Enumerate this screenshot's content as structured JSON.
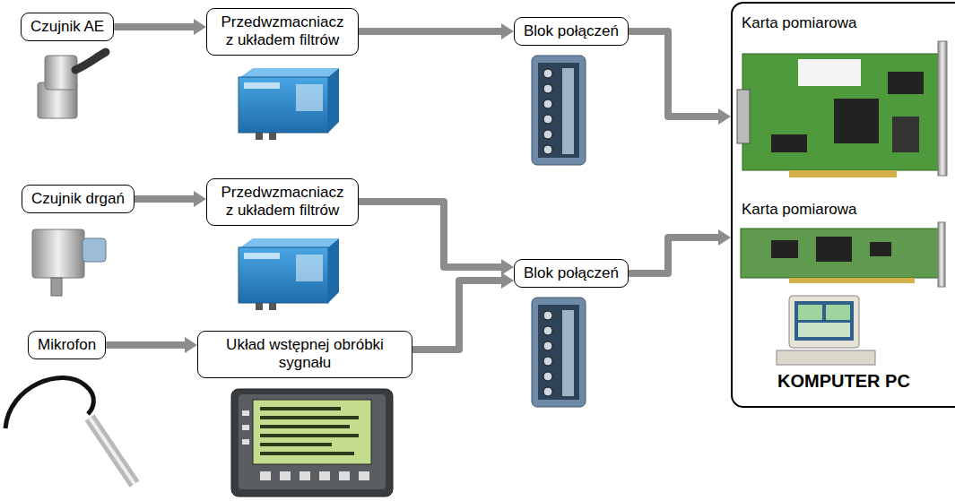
{
  "diagram": {
    "nodes": [
      {
        "text": [
          "Czujnik AE"
        ]
      },
      {
        "text": [
          "Przedwzmacniacz z układem filtrów"
        ]
      },
      {
        "text": [
          "Blok połączeń"
        ]
      },
      {
        "text": [
          "Karta pomiarowa",
          "Karta pomiarowa",
          "KOMPUTER PC"
        ]
      },
      {
        "text": [
          "Czujnik drgań"
        ]
      },
      {
        "text": [
          "Przedwzmacniacz z układem filtrów"
        ]
      },
      {
        "text": [
          "Blok połączeń"
        ]
      },
      {
        "text": [
          "Mikrofon"
        ]
      },
      {
        "text": [
          "Układ wstępnej obróbki sygnału"
        ]
      }
    ],
    "edges": [
      {
        "from": 0,
        "to": 1,
        "arrow": "to"
      },
      {
        "from": 1,
        "to": 2,
        "arrow": "to"
      },
      {
        "from": 2,
        "to": 3,
        "arrow": "to"
      },
      {
        "from": 4,
        "to": 5,
        "arrow": "to"
      },
      {
        "from": 5,
        "to": 6,
        "arrow": "to"
      },
      {
        "from": 7,
        "to": 8,
        "arrow": "to"
      },
      {
        "from": 8,
        "to": 6,
        "arrow": "to"
      },
      {
        "from": 6,
        "to": 3,
        "arrow": "to"
      }
    ]
  }
}
